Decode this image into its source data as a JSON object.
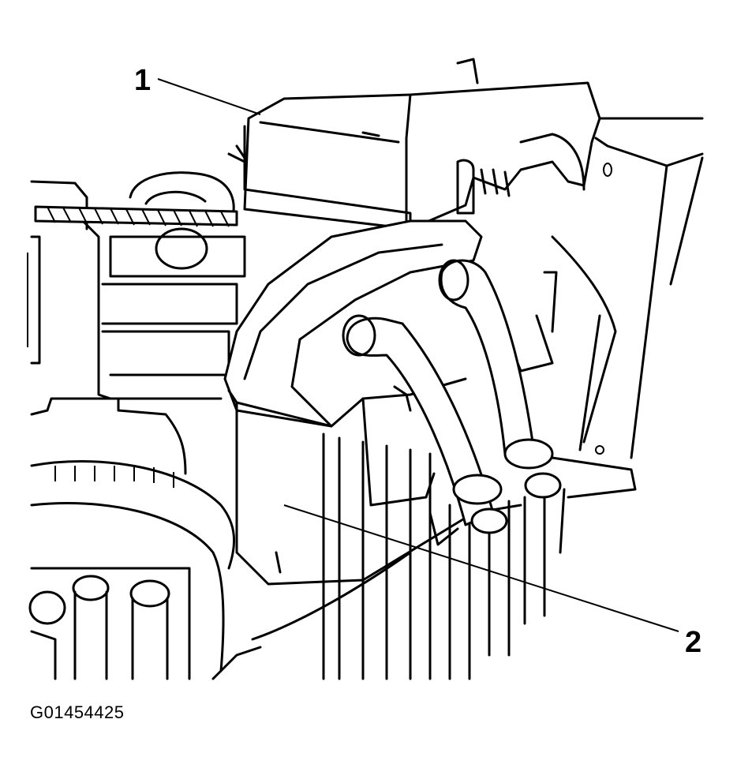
{
  "callouts": [
    {
      "label": "1"
    },
    {
      "label": "2"
    }
  ],
  "figure_id": "G01454425"
}
